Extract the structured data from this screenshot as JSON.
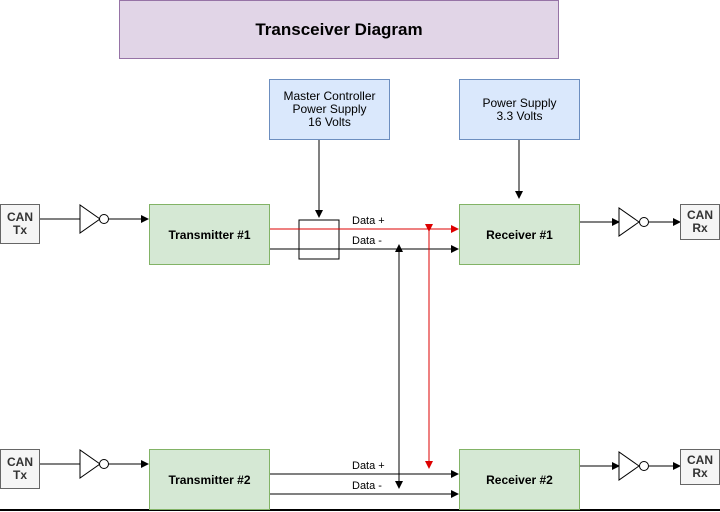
{
  "title": "Transceiver Diagram",
  "master_supply": {
    "line1": "Master Controller",
    "line2": "Power Supply",
    "line3": "16 Volts"
  },
  "power_supply": {
    "line1": "Power Supply",
    "line2": "3.3 Volts"
  },
  "transmitter1": "Transmitter #1",
  "transmitter2": "Transmitter #2",
  "receiver1": "Receiver #1",
  "receiver2": "Receiver #2",
  "can_tx": {
    "line1": "CAN",
    "line2": "Tx"
  },
  "can_rx": {
    "line1": "CAN",
    "line2": "Rx"
  },
  "data_plus": "Data +",
  "data_minus": "Data -",
  "colors": {
    "title_fill": "#e1d5e7",
    "supply_fill": "#dae8fc",
    "block_fill": "#d5e8d4",
    "can_fill": "#f5f5f5",
    "red_wire": "#dd0000"
  }
}
